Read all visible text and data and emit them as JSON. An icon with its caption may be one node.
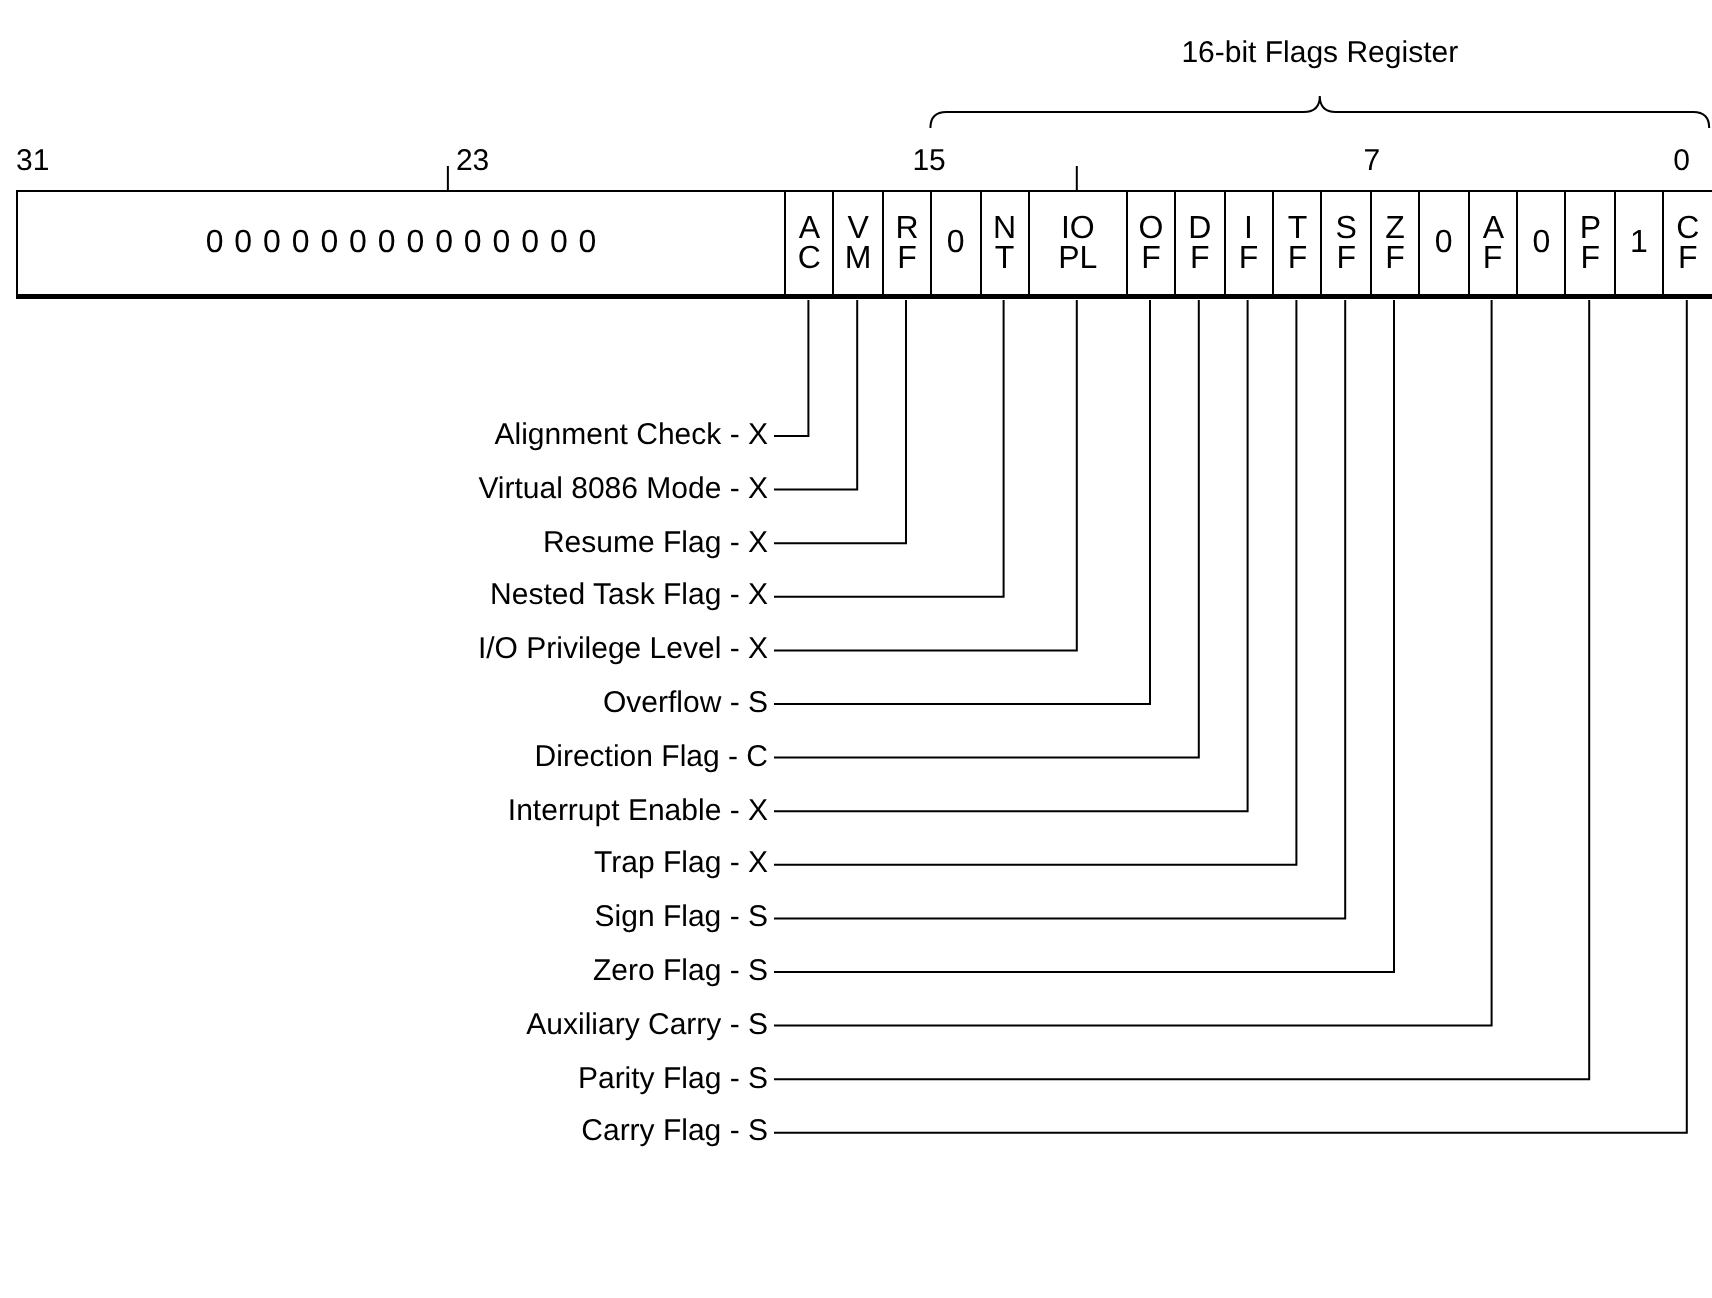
{
  "diagram": {
    "nodes": [
      {
        "text": [
          "0 0 0 0 0 0 0 0 0 0 0 0 0 0"
        ]
      },
      {
        "text": [
          "A C"
        ]
      },
      {
        "text": [
          "V M"
        ]
      },
      {
        "text": [
          "R F"
        ]
      },
      {
        "text": [
          "0"
        ]
      },
      {
        "text": [
          "N T"
        ]
      },
      {
        "text": [
          "IO PL"
        ]
      },
      {
        "text": [
          "O F"
        ]
      },
      {
        "text": [
          "D F"
        ]
      },
      {
        "text": [
          "I F"
        ]
      },
      {
        "text": [
          "T F"
        ]
      },
      {
        "text": [
          "S F"
        ]
      },
      {
        "text": [
          "Z F"
        ]
      },
      {
        "text": [
          "0"
        ]
      },
      {
        "text": [
          "A F"
        ]
      },
      {
        "text": [
          "0"
        ]
      },
      {
        "text": [
          "P F"
        ]
      },
      {
        "text": [
          "1"
        ]
      },
      {
        "text": [
          "C F"
        ]
      },
      {
        "text": [
          "Alignment Check - X"
        ]
      },
      {
        "text": [
          "Virtual 8086 Mode - X"
        ]
      },
      {
        "text": [
          "Resume Flag - X"
        ]
      },
      {
        "text": [
          "Nested Task Flag - X"
        ]
      },
      {
        "text": [
          "I/O Privilege Level - X"
        ]
      },
      {
        "text": [
          "Overflow - S"
        ]
      },
      {
        "text": [
          "Direction Flag - C"
        ]
      },
      {
        "text": [
          "Interrupt Enable - X"
        ]
      },
      {
        "text": [
          "Trap Flag - X"
        ]
      },
      {
        "text": [
          "Sign Flag - S"
        ]
      },
      {
        "text": [
          "Zero Flag - S"
        ]
      },
      {
        "text": [
          "Auxiliary Carry - S"
        ]
      },
      {
        "text": [
          "Parity Flag - S"
        ]
      },
      {
        "text": [
          "Carry Flag - S"
        ]
      }
    ],
    "edges": [
      {
        "from": 19,
        "to": 1,
        "arrow": "none"
      },
      {
        "from": 20,
        "to": 2,
        "arrow": "none"
      },
      {
        "from": 21,
        "to": 3,
        "arrow": "none"
      },
      {
        "from": 22,
        "to": 5,
        "arrow": "none"
      },
      {
        "from": 23,
        "to": 6,
        "arrow": "none"
      },
      {
        "from": 24,
        "to": 7,
        "arrow": "none"
      },
      {
        "from": 25,
        "to": 8,
        "arrow": "none"
      },
      {
        "from": 26,
        "to": 9,
        "arrow": "none"
      },
      {
        "from": 27,
        "to": 10,
        "arrow": "none"
      },
      {
        "from": 28,
        "to": 11,
        "arrow": "none"
      },
      {
        "from": 29,
        "to": 12,
        "arrow": "none"
      },
      {
        "from": 30,
        "to": 14,
        "arrow": "none"
      },
      {
        "from": 31,
        "to": 16,
        "arrow": "none"
      },
      {
        "from": 32,
        "to": 18,
        "arrow": "none"
      }
    ],
    "labels": [
      "16-bit Flags Register",
      "31",
      "23",
      "15",
      "7",
      "0"
    ]
  }
}
